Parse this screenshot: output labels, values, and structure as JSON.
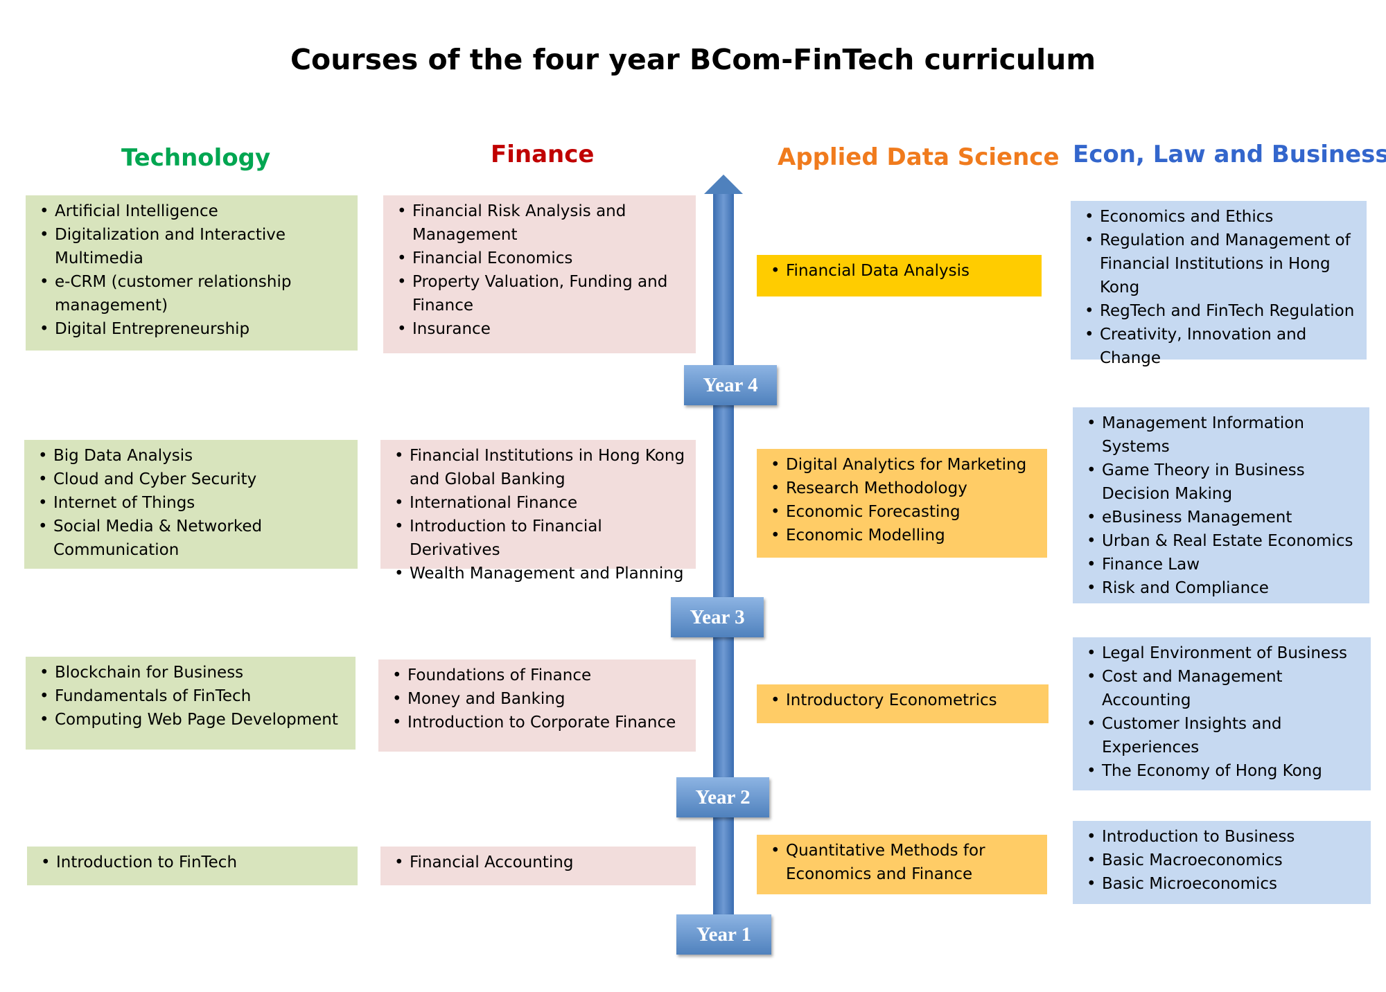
{
  "title": "Courses of the four year BCom-FinTech curriculum",
  "columns": {
    "technology": "Technology",
    "finance": "Finance",
    "applied_data_science": "Applied Data Science",
    "econ_law_business": "Econ, Law and Business"
  },
  "colors": {
    "technology_heading": "#00a651",
    "finance_heading": "#c00000",
    "ads_heading": "#f07b1d",
    "elb_heading": "#3366cc",
    "technology_box": "#d8e4bd",
    "finance_box": "#f2dddc",
    "ads_box": "#ffcc66",
    "ads_box_year4": "#ffcc00",
    "elb_box": "#c6d9f1",
    "timeline_arrow": "#4f81bd"
  },
  "years": {
    "y4": "Year 4",
    "y3": "Year 3",
    "y2": "Year  2",
    "y1": "Year 1"
  },
  "technology": {
    "year4": [
      "Artificial Intelligence",
      "Digitalization and Interactive Multimedia",
      "e-CRM (customer relationship management)",
      "Digital Entrepreneurship"
    ],
    "year3": [
      "Big Data Analysis",
      "Cloud and Cyber Security",
      "Internet of Things",
      "Social Media & Networked Communication"
    ],
    "year2": [
      "Blockchain for Business",
      "Fundamentals of FinTech",
      "Computing Web Page Development"
    ],
    "year1": [
      "Introduction to FinTech"
    ]
  },
  "finance": {
    "year4": [
      "Financial Risk Analysis and Management",
      "Financial Economics",
      "Property Valuation, Funding and Finance",
      "Insurance"
    ],
    "year3": [
      "Financial Institutions in Hong Kong and Global Banking",
      "International Finance",
      "Introduction to Financial Derivatives",
      "Wealth Management and Planning"
    ],
    "year2": [
      "Foundations of Finance",
      "Money and Banking",
      "Introduction to Corporate Finance"
    ],
    "year1": [
      "Financial Accounting"
    ]
  },
  "applied_data_science": {
    "year4": [
      "Financial Data Analysis"
    ],
    "year3": [
      "Digital Analytics for Marketing",
      "Research Methodology",
      "Economic Forecasting",
      "Economic Modelling"
    ],
    "year2": [
      "Introductory Econometrics"
    ],
    "year1": [
      "Quantitative Methods for Economics and Finance"
    ]
  },
  "econ_law_business": {
    "year4": [
      "Economics and Ethics",
      "Regulation and Management of Financial Institutions in Hong Kong",
      "RegTech and FinTech Regulation",
      "Creativity, Innovation and Change"
    ],
    "year3": [
      "Management Information Systems",
      "Game Theory in Business Decision Making",
      "eBusiness Management",
      "Urban & Real Estate Economics",
      "Finance Law",
      "Risk and Compliance"
    ],
    "year2": [
      "Legal Environment of Business",
      "Cost and Management Accounting",
      "Customer Insights and Experiences",
      "The Economy of Hong Kong"
    ],
    "year1": [
      "Introduction to Business",
      "Basic Macroeconomics",
      "Basic Microeconomics"
    ]
  }
}
